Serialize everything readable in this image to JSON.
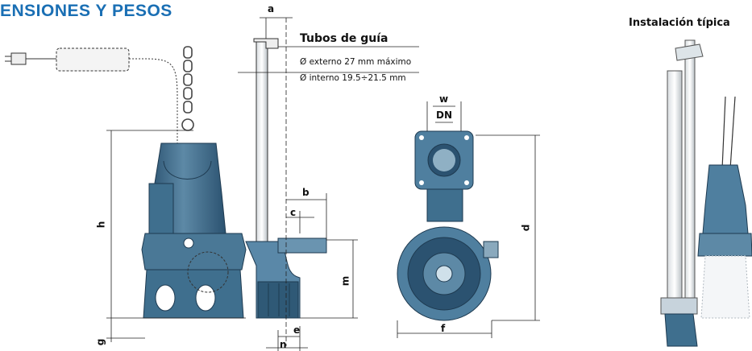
{
  "page": {
    "title": "ENSIONES Y PESOS",
    "title_color": "#1a6fb4"
  },
  "guide_tubes": {
    "heading": "Tubos de guía",
    "external": "Ø externo 27 mm máximo",
    "internal": "Ø interno 19.5÷21.5 mm"
  },
  "installation": {
    "heading": "Instalación típica"
  },
  "dimensions": {
    "a": "a",
    "b": "b",
    "c": "c",
    "h": "h",
    "m": "m",
    "g": "g",
    "e": "e",
    "n": "n",
    "w": "w",
    "dn": "DN",
    "d": "d",
    "f": "f"
  },
  "colors": {
    "pump_body": "#3f6f8e",
    "pump_dark": "#2b5270",
    "pump_light": "#6a94b0",
    "line": "#222222"
  }
}
